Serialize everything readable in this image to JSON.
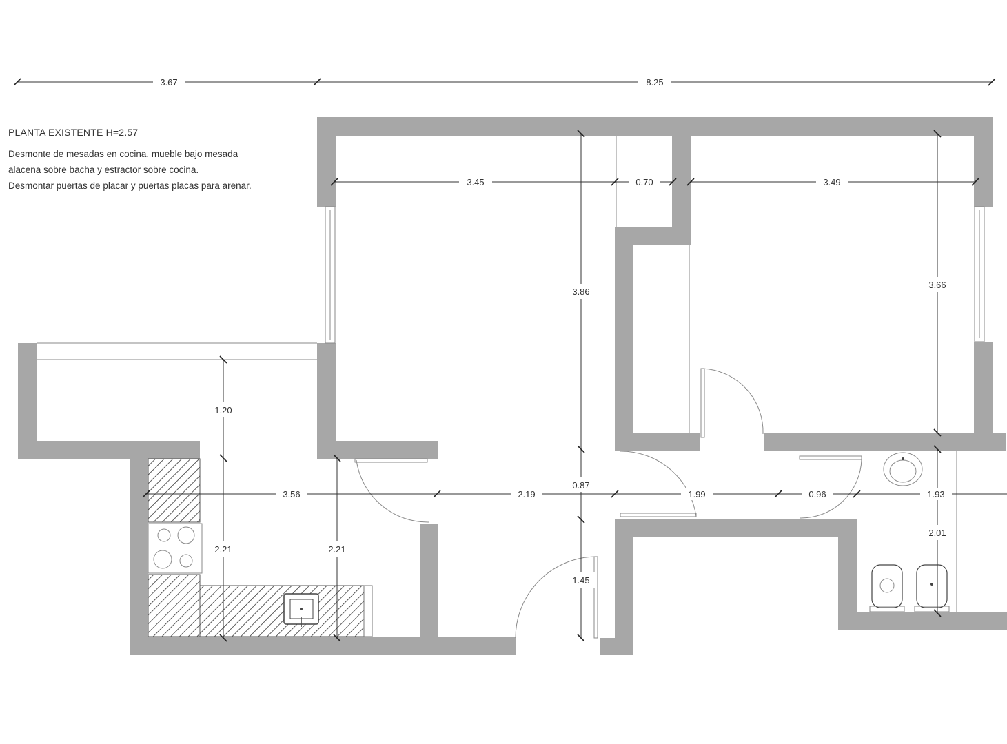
{
  "notes": {
    "title": "PLANTA EXISTENTE H=2.57",
    "lines": [
      "Desmonte de mesadas en cocina, mueble bajo mesada",
      "alacena sobre bacha y estractor sobre cocina.",
      "Desmontar puertas de placar y puertas placas para arenar."
    ]
  },
  "dimensions": {
    "top_left": "3.67",
    "top_right": "8.25",
    "room1_width": "3.45",
    "closet_width": "0.70",
    "room2_width": "3.49",
    "room1_depth": "3.86",
    "room2_depth": "3.66",
    "balcony_depth": "1.20",
    "corridor_a": "3.56",
    "corridor_b": "2.19",
    "corridor_gap": "0.87",
    "corridor_c": "1.99",
    "corridor_d": "0.96",
    "corridor_e": "1.93",
    "kitchen_depth_a": "2.21",
    "kitchen_depth_b": "2.21",
    "entry_depth": "1.45",
    "bath_depth": "2.01"
  },
  "colors": {
    "wall": "#a7a7a7",
    "line": "#333333"
  }
}
